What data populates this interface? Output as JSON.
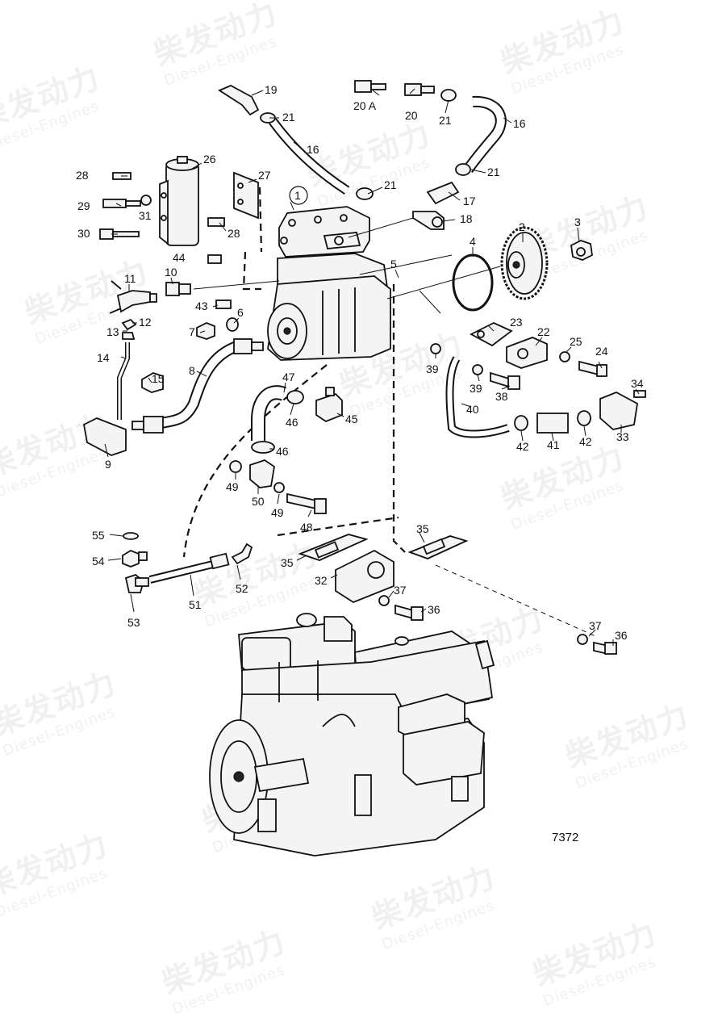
{
  "watermark": {
    "brand_cn": "柴发动力",
    "brand_en": "Diesel-Engines"
  },
  "drawing_number": "7372",
  "part_labels": {
    "p1": "1",
    "p2": "2",
    "p3": "3",
    "p4": "4",
    "p5": "5",
    "p6": "6",
    "p7": "7",
    "p8": "8",
    "p9": "9",
    "p10": "10",
    "p11": "11",
    "p12": "12",
    "p13": "13",
    "p14": "14",
    "p15": "15",
    "p16a": "16",
    "p16b": "16",
    "p17": "17",
    "p18": "18",
    "p19": "19",
    "p20": "20",
    "p20a": "20 A",
    "p21a": "21",
    "p21b": "21",
    "p21c": "21",
    "p21d": "21",
    "p22": "22",
    "p23": "23",
    "p24": "24",
    "p25": "25",
    "p26": "26",
    "p27": "27",
    "p28a": "28",
    "p28b": "28",
    "p29": "29",
    "p30": "30",
    "p31": "31",
    "p32": "32",
    "p33": "33",
    "p34": "34",
    "p35a": "35",
    "p35b": "35",
    "p36a": "36",
    "p36b": "36",
    "p37a": "37",
    "p37b": "37",
    "p38": "38",
    "p39a": "39",
    "p39b": "39",
    "p40": "40",
    "p41": "41",
    "p42a": "42",
    "p42b": "42",
    "p43": "43",
    "p44": "44",
    "p45": "45",
    "p46a": "46",
    "p46b": "46",
    "p47": "47",
    "p48": "48",
    "p49a": "49",
    "p49b": "49",
    "p50": "50",
    "p51": "51",
    "p52": "52",
    "p53": "53",
    "p54": "54",
    "p55": "55"
  }
}
